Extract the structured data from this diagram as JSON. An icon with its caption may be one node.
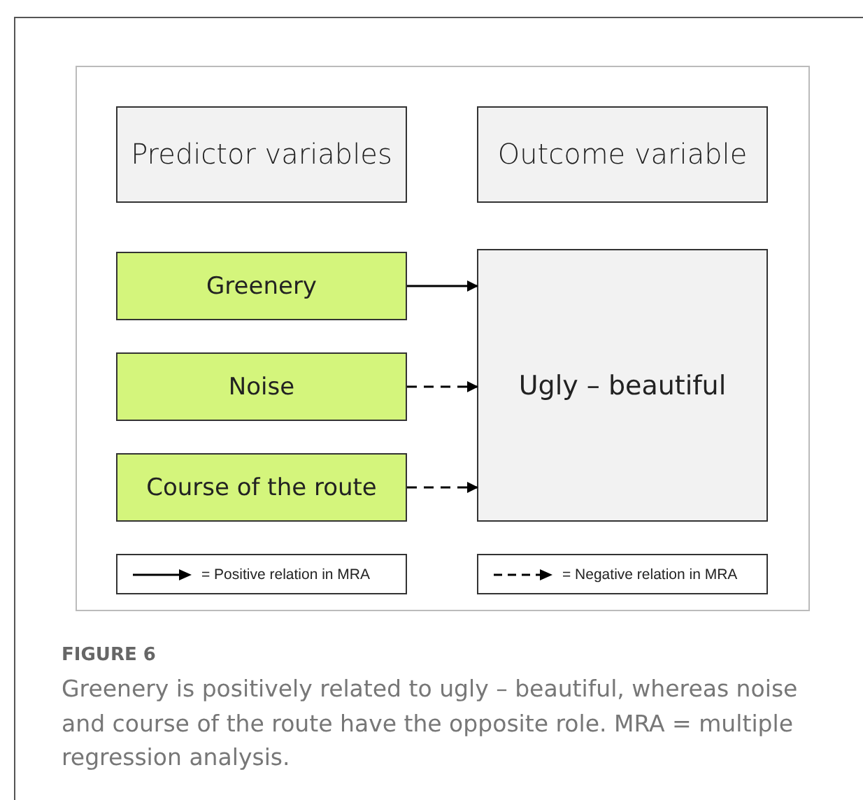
{
  "diagram": {
    "title": "FIGURE 6",
    "caption": "Greenery is positively related to ugly – beautiful, whereas noise and course of the route have the opposite role. MRA = multiple regression analysis.",
    "nodes": [
      {
        "text": [
          "Predictor variables"
        ]
      },
      {
        "text": [
          "Outcome variable"
        ]
      },
      {
        "text": [
          "Greenery"
        ]
      },
      {
        "text": [
          "Noise"
        ]
      },
      {
        "text": [
          "Course of the route"
        ]
      },
      {
        "text": [
          "Ugly – beautiful"
        ]
      }
    ],
    "edges": [
      {
        "from": 2,
        "to": 5,
        "arrow": "to"
      },
      {
        "from": 3,
        "to": 5,
        "arrow": "to",
        "style": "dashed"
      },
      {
        "from": 4,
        "to": 5,
        "arrow": "to",
        "style": "dashed"
      }
    ],
    "legend": [
      {
        "text": "= Positive relation in MRA"
      },
      {
        "text": "= Negative relation in MRA"
      }
    ]
  }
}
